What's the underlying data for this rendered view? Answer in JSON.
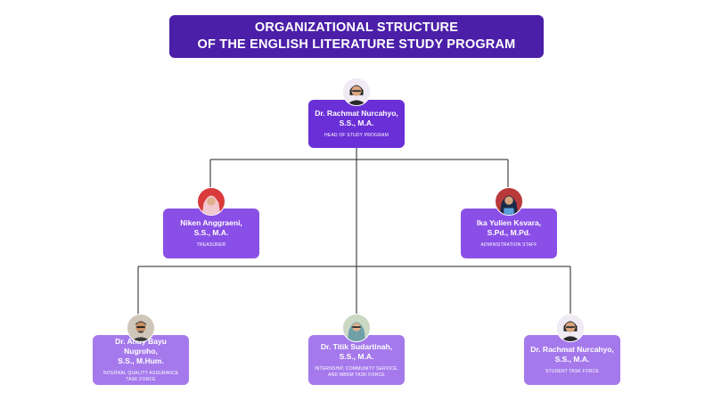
{
  "title": {
    "line1": "ORGANIZATIONAL STRUCTURE",
    "line2": "OF THE ENGLISH LITERATURE STUDY PROGRAM"
  },
  "nodes": {
    "head": {
      "name_line1": "Dr. Rachmat Nurcahyo,",
      "name_line2": "S.S., M.A.",
      "role": "HEAD OF STUDY PROGRAM",
      "avatar_icon": "person-photo-icon"
    },
    "treasurer": {
      "name_line1": "Niken Anggraeni,",
      "name_line2": "S.S., M.A.",
      "role": "TREASURER",
      "avatar_icon": "person-photo-icon"
    },
    "admin": {
      "name_line1": "Ika Yulien Ksvara,",
      "name_line2": "S.Pd., M.Pd.",
      "role": "ADMINISTRATION STAFF",
      "avatar_icon": "person-photo-icon"
    },
    "quality": {
      "name_line1": "Dr. Andy Bayu Nugroho,",
      "name_line2": "S.S., M.Hum.",
      "role_line1": "INTERNAL QUALITY ASSURANCE",
      "role_line2": "TASK FORCE",
      "avatar_icon": "person-photo-icon"
    },
    "internship": {
      "name_line1": "Dr. Titik Sudartinah,",
      "name_line2": "S.S., M.A.",
      "role_line1": "INTERNSHIP, COMMUNITY SERVICE,",
      "role_line2": "AND MBKM TASK FORCE",
      "avatar_icon": "person-photo-icon"
    },
    "student": {
      "name_line1": "Dr. Rachmat Nurcahyo,",
      "name_line2": "S.S., M.A.",
      "role": "STUDENT TASK FORCE",
      "avatar_icon": "person-photo-icon"
    }
  },
  "colors": {
    "title_bg": "#4b1fa8",
    "head_bg": "#6a2fd6",
    "mid_bg": "#8a4fe6",
    "low_bg": "#a579ec",
    "connector": "#222222"
  }
}
